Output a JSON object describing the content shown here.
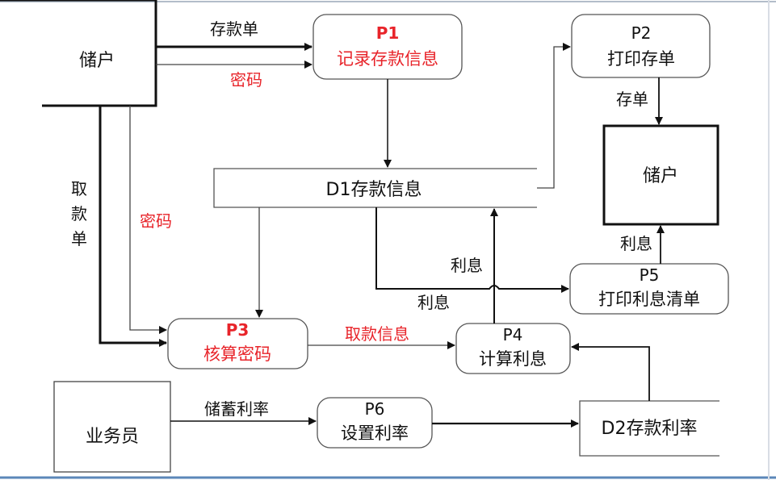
{
  "entities": {
    "depositor_left": "储户",
    "depositor_right": "储户",
    "clerk": "业务员"
  },
  "processes": {
    "p1": {
      "id": "P1",
      "name": "记录存款信息"
    },
    "p2": {
      "id": "P2",
      "name": "打印存单"
    },
    "p3": {
      "id": "P3",
      "name": "核算密码"
    },
    "p4": {
      "id": "P4",
      "name": "计算利息"
    },
    "p5": {
      "id": "P5",
      "name": "打印利息清单"
    },
    "p6": {
      "id": "P6",
      "name": "设置利率"
    }
  },
  "stores": {
    "d1": "D1存款信息",
    "d2": "D2存款利率"
  },
  "flows": {
    "deposit_slip": "存款单",
    "password_top": "密码",
    "withdraw_slip_c1": "取",
    "withdraw_slip_c2": "款",
    "withdraw_slip_c3": "单",
    "password_left": "密码",
    "withdraw_info": "取款信息",
    "interest_up": "利息",
    "interest_right": "利息",
    "receipt": "存单",
    "interest_p5": "利息",
    "savings_rate": "储蓄利率"
  },
  "colors": {
    "red": "#e8242a",
    "line": "#111111",
    "box_border": "#444444",
    "frame": "#5b87b9"
  }
}
